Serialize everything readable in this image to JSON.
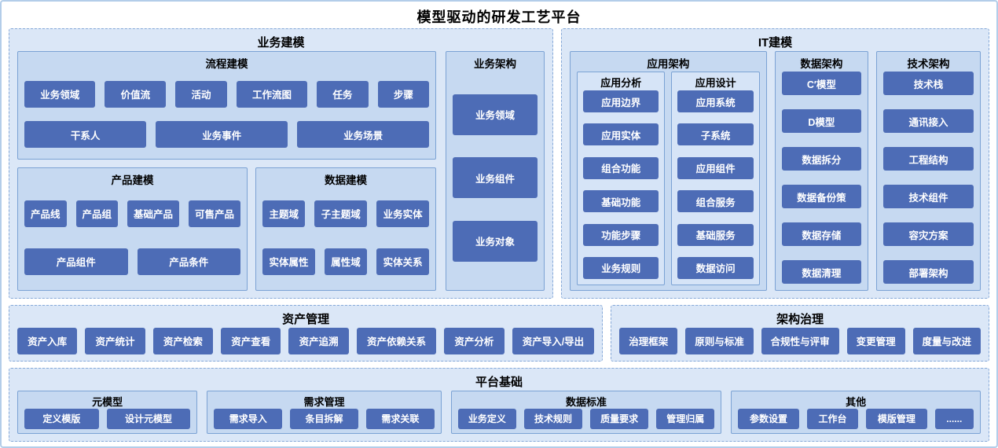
{
  "title": "模型驱动的研发工艺平台",
  "colors": {
    "item_bg": "#4d6cb6",
    "section_bg": "#dbe7f7",
    "panel_bg": "#c6d9f1",
    "subpanel_bg": "#d6e4f7",
    "dashed_border": "#86a9d8",
    "solid_border": "#7ba2d4"
  },
  "business_modeling": {
    "title": "业务建模",
    "process": {
      "title": "流程建模",
      "row1": [
        "业务领域",
        "价值流",
        "活动",
        "工作流图",
        "任务",
        "步骤"
      ],
      "row2": [
        "干系人",
        "业务事件",
        "业务场景"
      ]
    },
    "product": {
      "title": "产品建模",
      "row1": [
        "产品线",
        "产品组",
        "基础产品",
        "可售产品"
      ],
      "row2": [
        "产品组件",
        "产品条件"
      ]
    },
    "data": {
      "title": "数据建模",
      "row1": [
        "主题域",
        "子主题域",
        "业务实体"
      ],
      "row2": [
        "实体属性",
        "属性域",
        "实体关系"
      ]
    },
    "business_architecture": {
      "title": "业务架构",
      "items": [
        "业务领域",
        "业务组件",
        "业务对象"
      ]
    }
  },
  "it_modeling": {
    "title": "IT建模",
    "application_architecture": {
      "title": "应用架构",
      "analysis": {
        "title": "应用分析",
        "items": [
          "应用边界",
          "应用实体",
          "组合功能",
          "基础功能",
          "功能步骤",
          "业务规则"
        ]
      },
      "design": {
        "title": "应用设计",
        "items": [
          "应用系统",
          "子系统",
          "应用组件",
          "组合服务",
          "基础服务",
          "数据访问"
        ]
      }
    },
    "data_architecture": {
      "title": "数据架构",
      "items": [
        "C′模型",
        "D模型",
        "数据拆分",
        "数据备份策",
        "数据存储",
        "数据清理"
      ]
    },
    "technology_architecture": {
      "title": "技术架构",
      "items": [
        "技术栈",
        "通讯接入",
        "工程结构",
        "技术组件",
        "容灾方案",
        "部署架构"
      ]
    }
  },
  "asset_management": {
    "title": "资产管理",
    "items": [
      "资产入库",
      "资产统计",
      "资产检索",
      "资产查看",
      "资产追溯",
      "资产依赖关系",
      "资产分析",
      "资产导入/导出"
    ]
  },
  "architecture_governance": {
    "title": "架构治理",
    "items": [
      "治理框架",
      "原则与标准",
      "合规性与评审",
      "变更管理",
      "度量与改进"
    ]
  },
  "platform_foundation": {
    "title": "平台基础",
    "meta_model": {
      "title": "元模型",
      "items": [
        "定义模版",
        "设计元模型"
      ]
    },
    "requirement_management": {
      "title": "需求管理",
      "items": [
        "需求导入",
        "条目拆解",
        "需求关联"
      ]
    },
    "data_standard": {
      "title": "数据标准",
      "items": [
        "业务定义",
        "技术规则",
        "质量要求",
        "管理归属"
      ]
    },
    "others": {
      "title": "其他",
      "items": [
        "参数设置",
        "工作台",
        "模版管理",
        "......"
      ]
    }
  }
}
